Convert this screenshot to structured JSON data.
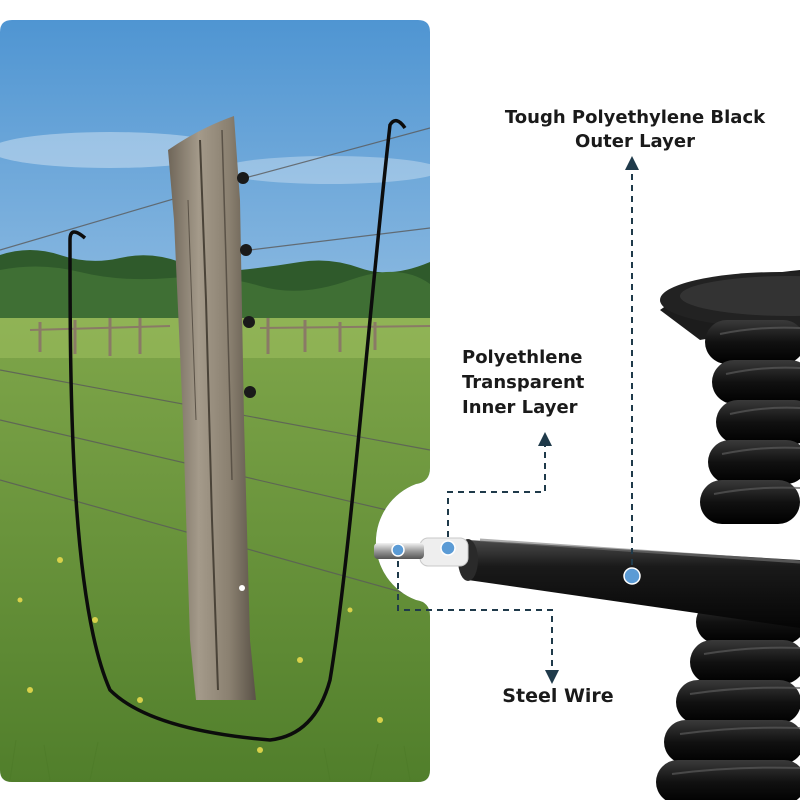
{
  "labels": {
    "outer_layer": [
      "Tough Polyethylene Black",
      "Outer Layer"
    ],
    "inner_layer": [
      "Polyethlene",
      "Transparent",
      "Inner Layer"
    ],
    "steel_wire": "Steel Wire"
  },
  "colors": {
    "guide_line": "#1f3a4a",
    "marker_dot": "#5b9bd5",
    "cable": "#111111",
    "sky": "#5ea2d8",
    "grass": "#6f9a3a"
  }
}
